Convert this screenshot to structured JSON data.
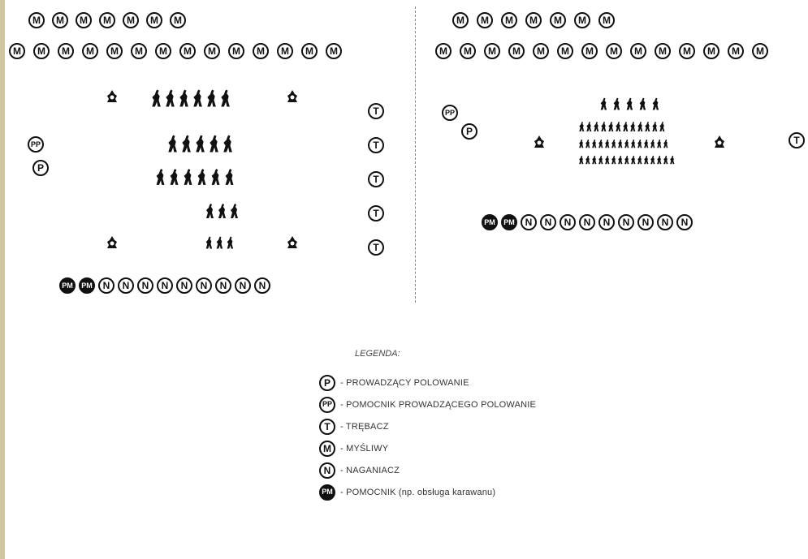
{
  "symbols": {
    "P": "P",
    "PP": "PP",
    "T": "T",
    "M": "M",
    "N": "N",
    "PM": "PM"
  },
  "legend": {
    "title": "LEGENDA:",
    "items": [
      {
        "symbol": "P",
        "text": "- PROWADZĄCY POLOWANIE"
      },
      {
        "symbol": "PP",
        "text": "- POMOCNIK PROWADZĄCEGO POLOWANIE"
      },
      {
        "symbol": "T",
        "text": "- TRĘBACZ"
      },
      {
        "symbol": "M",
        "text": "- MYŚLIWY"
      },
      {
        "symbol": "N",
        "text": "- NAGANIACZ"
      },
      {
        "symbol": "PM",
        "text": "- POMOCNIK (np. obsługa karawanu)"
      }
    ]
  },
  "left_scheme": {
    "hunters_row1_count": 7,
    "hunters_row2_count": 14,
    "trumpeters_count": 5,
    "beaters_count": 9,
    "helpers_count": 2,
    "game_rows": [
      6,
      5,
      6,
      3,
      3
    ]
  },
  "right_scheme": {
    "hunters_row1_count": 7,
    "hunters_row2_count": 14,
    "trumpeters_count": 1,
    "beaters_count": 9,
    "helpers_count": 2
  },
  "colors": {
    "stripe": "#d2c6a2",
    "ink": "#111111"
  }
}
